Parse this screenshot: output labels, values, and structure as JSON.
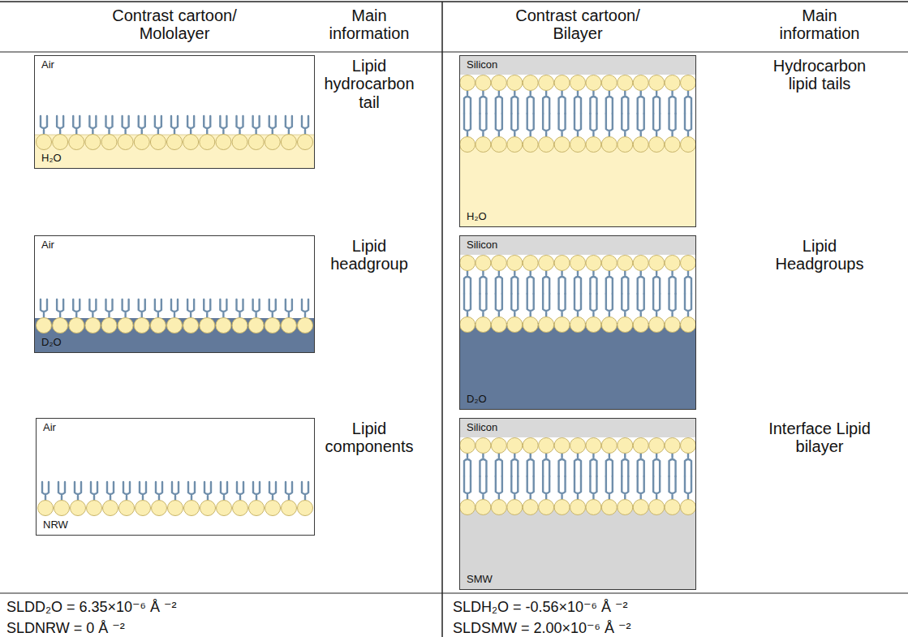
{
  "diagram": {
    "nodes": [
      {
        "text": [
          "Air",
          "H₂O"
        ]
      },
      {
        "text": [
          "Silicon",
          "H₂O"
        ]
      },
      {
        "text": [
          "Air",
          "D₂O"
        ]
      },
      {
        "text": [
          "Silicon",
          "D₂O"
        ]
      },
      {
        "text": [
          "Air",
          "NRW"
        ]
      },
      {
        "text": [
          "Silicon",
          "SMW"
        ]
      }
    ],
    "labels": [
      "Contrast cartoon/ Mololayer",
      "Main information",
      "Contrast cartoon/ Bilayer",
      "Main information",
      "Lipid hydrocarbon tail",
      "Hydrocarbon lipid tails",
      "Lipid headgroup",
      "Lipid Headgroups",
      "Lipid components",
      "Interface Lipid bilayer",
      "SLDD₂O = 6.35×10⁻⁶ Å ⁻²",
      "SLDNRW = 0 Å ⁻²",
      "SLDH₂O = -0.56×10⁻⁶ Å ⁻²",
      "SLDSMW = 2.00×10⁻⁶ Å ⁻²"
    ]
  }
}
